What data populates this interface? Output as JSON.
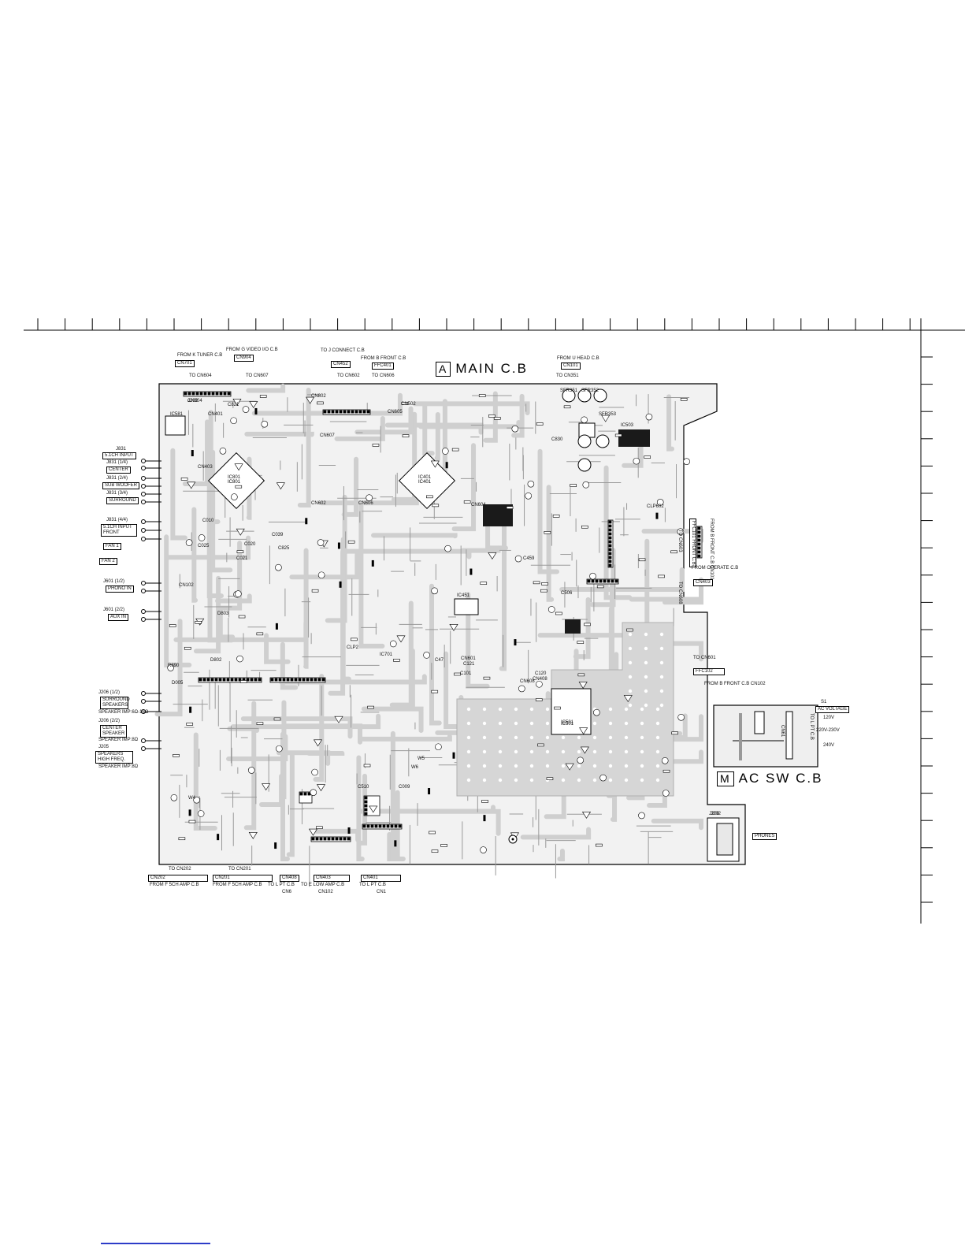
{
  "colors": {
    "trace": "#d4d4d4",
    "trace_dark": "#bdbdbd",
    "ink": "#111111",
    "link": "#2d3cc8"
  },
  "titles": {
    "main_letter": "A",
    "main_text": "MAIN C.B",
    "acsw_letter": "M",
    "acsw_text": "AC SW C.B"
  },
  "top_connectors": [
    {
      "from": "FROM K TUNER C.B",
      "cn": "CN701",
      "to": "TO CN604"
    },
    {
      "from": "FROM G VIDEO I/O C.B",
      "cn": "CN904",
      "to": "TO CN607"
    },
    {
      "from": "TO J CONNECT C.B",
      "cn": "CN452",
      "to": "TO CN602"
    },
    {
      "from": "FROM B FRONT C.B",
      "cn": "FFC401",
      "to": "TO CN606"
    },
    {
      "from": "FROM U HEAD C.B",
      "cn": "CN101",
      "to": "TO CN351"
    }
  ],
  "left_jacks": [
    {
      "id": "J831",
      "text": "5.1CH INPUT"
    },
    {
      "id": "J831 (1/4)",
      "text": "CENTER"
    },
    {
      "id": "J831 (2/4)",
      "text": "SUB WOOFER"
    },
    {
      "id": "J831 (3/4)",
      "text": "SURROUND"
    },
    {
      "id": "J831 (4/4)",
      "text": "5.1CH INPUT FRONT"
    },
    {
      "id": "",
      "text": "FAN 1"
    },
    {
      "id": "",
      "text": "FAN 2"
    },
    {
      "id": "J601 (1/2)",
      "text": "PHONO IN"
    },
    {
      "id": "J601 (2/2)",
      "text": "AUX IN"
    },
    {
      "id": "J206 (1/2)",
      "text": "SURROUND SPEAKERS"
    },
    {
      "id": "",
      "text": "SPEAKER IMP:6Ω-16Ω"
    },
    {
      "id": "J206 (2/2)",
      "text": "CENTER SPEAKER"
    },
    {
      "id": "",
      "text": "SPEAKER IMP:8Ω"
    },
    {
      "id": "J205",
      "text": "SPEAKERS HIGH FREQ."
    },
    {
      "id": "",
      "text": "SPEAKER IMP:8Ω"
    }
  ],
  "bottom_connectors": [
    {
      "top": "TO CN202",
      "cn": "CN202",
      "bottom": "FROM F 5CH AMP C.B"
    },
    {
      "top": "TO CN201",
      "cn": "CN201",
      "bottom": "FROM F 5CH AMP C.B"
    },
    {
      "top": "CN408",
      "cn": "CN6",
      "bottom": "TO L PT C.B"
    },
    {
      "top": "CN403",
      "cn": "CN102",
      "bottom": "TO E LOW AMP C.B"
    },
    {
      "top": "CN401",
      "cn": "CN1",
      "bottom": "TO L PT C.B"
    }
  ],
  "right_connectors": [
    {
      "text": "TO CN603",
      "sub": "FFC101 FRONT C.B",
      "cn": "FROM B FRONT C.B CN101"
    },
    {
      "text": "TO CN608",
      "sub": "FROM OPERATE C.B",
      "cn": "CN403"
    },
    {
      "text": "TO CN601",
      "sub": "FFC102",
      "cn": "FROM B FRONT C.B CN102"
    }
  ],
  "ac_sw": {
    "switch": "S1",
    "label": "AC VOLTAGE",
    "options": [
      "120V",
      "220V-230V",
      "240V"
    ],
    "cn": "CN61",
    "to": "TO L PT C.B",
    "jack": "J202",
    "jack_label": "PHONES"
  },
  "ic_labels": [
    "IC801",
    "IC401",
    "IC501",
    "IC581",
    "IC503",
    "IC451",
    "IC701"
  ],
  "misc_labels": [
    "CN804",
    "CN802",
    "CN605",
    "CN607",
    "CN502",
    "SFR351",
    "SFR352",
    "SFR353",
    "CLP602",
    "CLP2",
    "CN601",
    "CN602",
    "CN604",
    "CN606",
    "CN608",
    "CN408",
    "CN403",
    "CN401",
    "CN102",
    "W4",
    "W5",
    "W6",
    "R890",
    "C821",
    "C825",
    "C830",
    "C506",
    "C459",
    "C47",
    "C101",
    "C121",
    "C120",
    "C510",
    "C009",
    "C010",
    "C039",
    "C020",
    "C025",
    "C021",
    "D802",
    "D803",
    "D005",
    "J208",
    "J202"
  ]
}
